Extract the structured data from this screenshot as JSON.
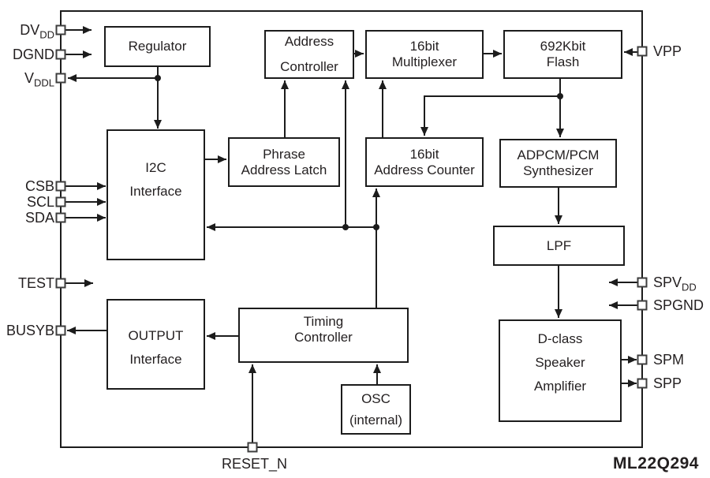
{
  "title": "ML22Q294",
  "blocks": {
    "regulator": {
      "lines": [
        "Regulator"
      ]
    },
    "address_controller": {
      "lines": [
        "Address",
        "Controller"
      ]
    },
    "multiplexer": {
      "lines": [
        "16bit",
        "Multiplexer"
      ]
    },
    "flash": {
      "lines": [
        "692Kbit",
        "Flash"
      ]
    },
    "phrase_latch": {
      "lines": [
        "Phrase",
        "Address Latch"
      ]
    },
    "address_counter": {
      "lines": [
        "16bit",
        "Address Counter"
      ]
    },
    "adpcm": {
      "lines": [
        "ADPCM/PCM",
        "Synthesizer"
      ]
    },
    "i2c": {
      "lines": [
        "I2C",
        "Interface"
      ]
    },
    "lpf": {
      "lines": [
        "LPF"
      ]
    },
    "output": {
      "lines": [
        "OUTPUT",
        "Interface"
      ]
    },
    "timing": {
      "lines": [
        "Timing",
        "Controller"
      ]
    },
    "osc": {
      "lines": [
        "OSC",
        "(internal)"
      ]
    },
    "dclass": {
      "lines": [
        "D-class",
        "Speaker",
        "Amplifier"
      ]
    }
  },
  "pins": {
    "left": [
      {
        "base": "DV",
        "sub": "DD"
      },
      {
        "base": "DGND",
        "sub": ""
      },
      {
        "base": "V",
        "sub": "DDL"
      },
      {
        "base": "CSB",
        "sub": ""
      },
      {
        "base": "SCL",
        "sub": ""
      },
      {
        "base": "SDA",
        "sub": ""
      },
      {
        "base": "TEST",
        "sub": ""
      },
      {
        "base": "BUSYB",
        "sub": ""
      }
    ],
    "right": [
      {
        "base": "VPP",
        "sub": ""
      },
      {
        "base": "SPV",
        "sub": "DD"
      },
      {
        "base": "SPGND",
        "sub": ""
      },
      {
        "base": "SPM",
        "sub": ""
      },
      {
        "base": "SPP",
        "sub": ""
      }
    ],
    "bottom": [
      {
        "base": "RESET_N",
        "sub": ""
      }
    ]
  },
  "colors": {
    "line": "#1c1c1c",
    "text": "#231f20",
    "background": "#ffffff"
  }
}
